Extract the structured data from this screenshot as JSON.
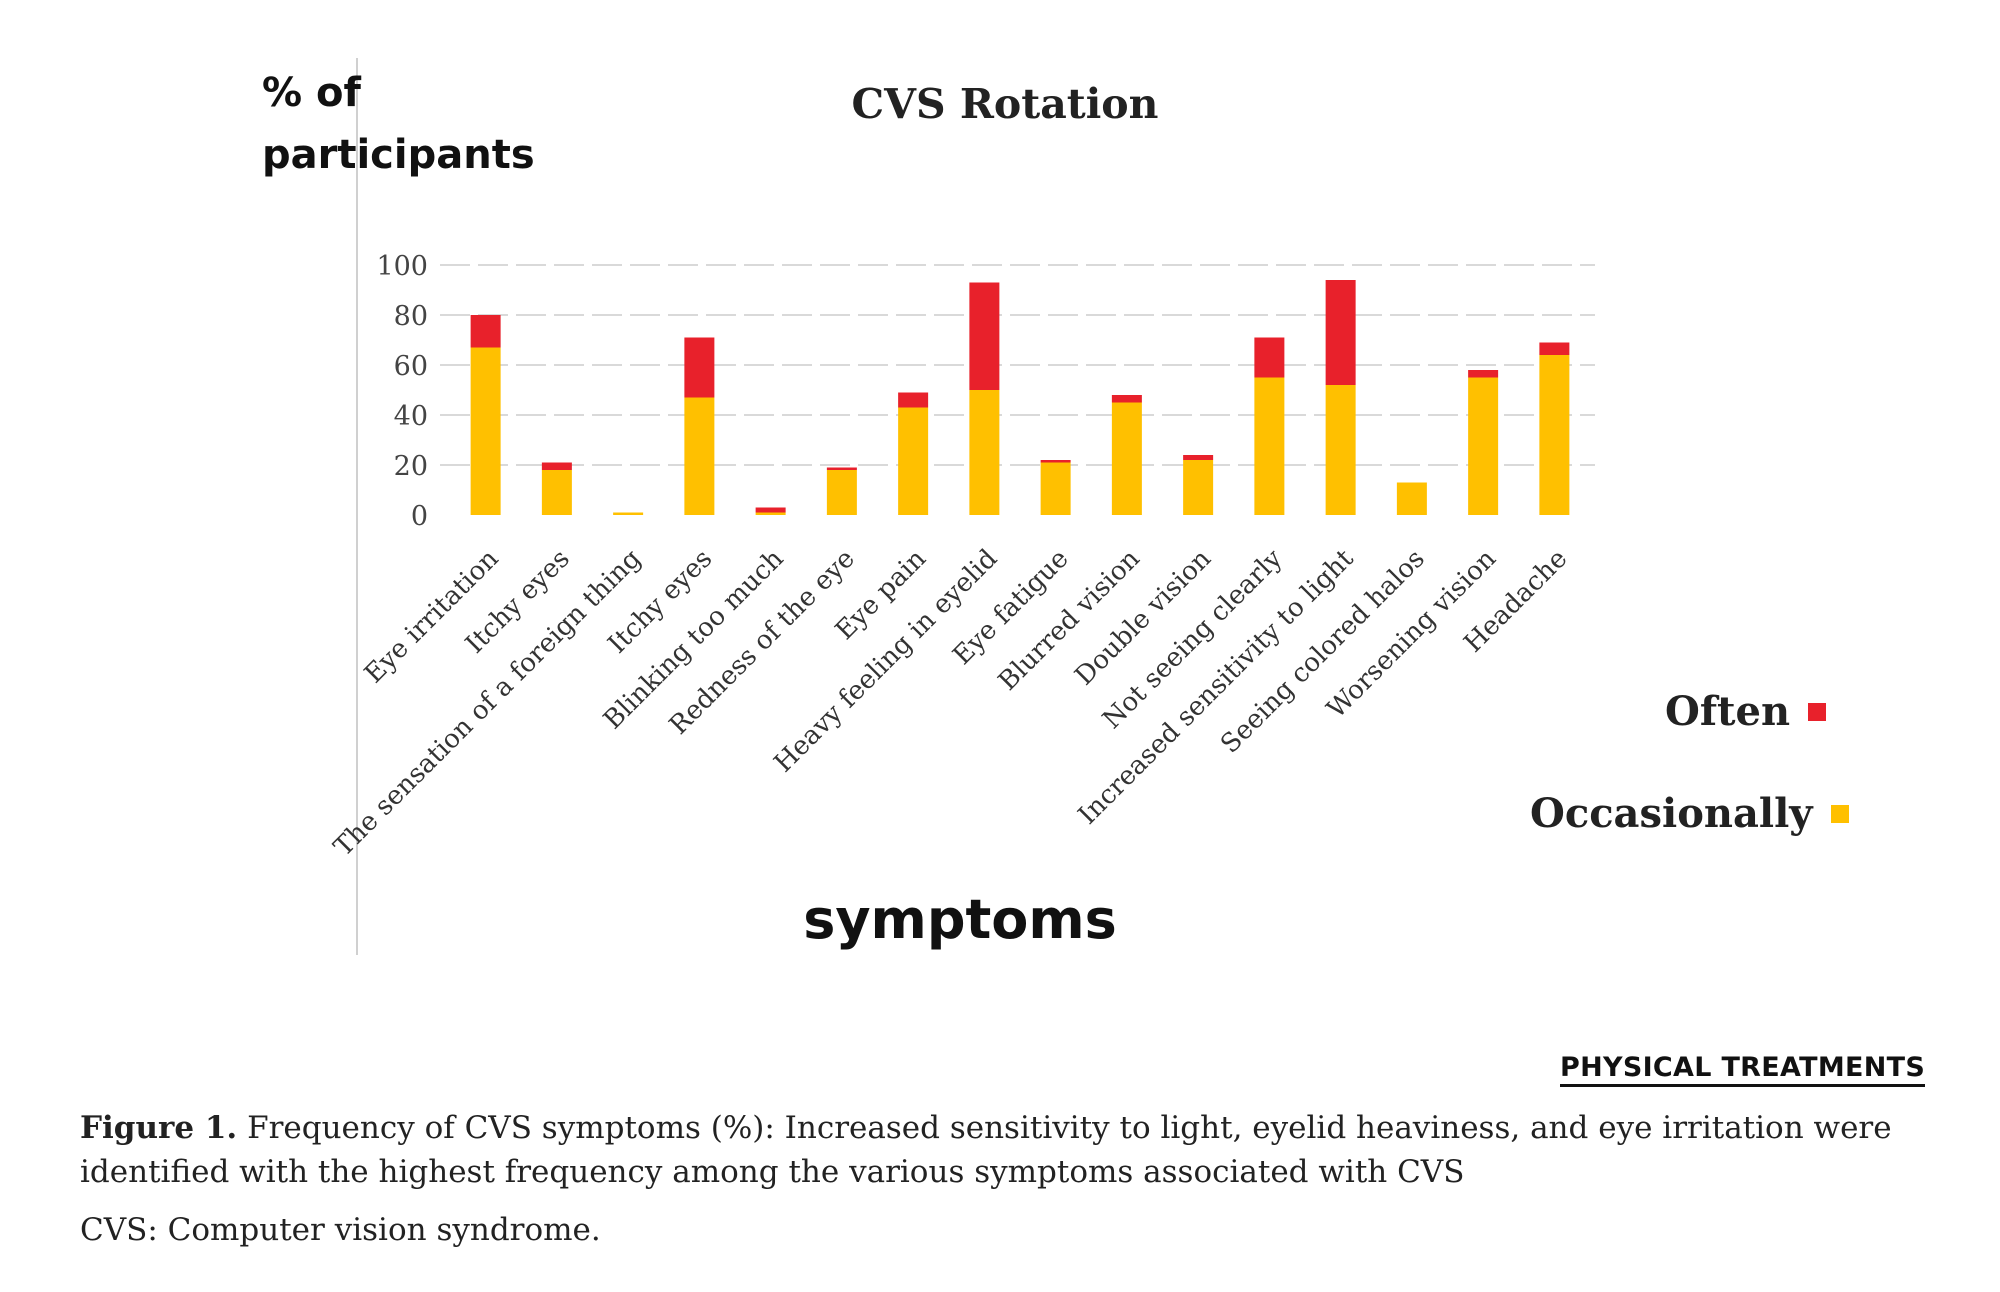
{
  "figure": {
    "title": "CVS Rotation",
    "ylabel": "% of\nparticipants",
    "xlabel": "symptoms",
    "brand": "PHYSICAL TREATMENTS",
    "caption_label": "Figure 1.",
    "caption_text": " Frequency of CVS symptoms (%): Increased sensitivity to light, eyelid heaviness, and eye irritation were identified with the highest frequency among the various symptoms associated with CVS",
    "note": "CVS: Computer vision syndrome."
  },
  "chart_data": {
    "type": "bar",
    "stacked": true,
    "title": "CVS Rotation",
    "xlabel": "symptoms",
    "ylabel": "% of participants",
    "ylim": [
      0,
      100
    ],
    "yticks": [
      0,
      20,
      40,
      60,
      80,
      100
    ],
    "grid": true,
    "legend_position": "right",
    "categories": [
      "Eye irritation",
      "Itchy eyes",
      "The sensation of a foreign thing",
      "Itchy eyes",
      "Blinking too much",
      "Redness of the eye",
      "Eye pain",
      "Heavy feeling in eyelid",
      "Eye fatigue",
      "Blurred vision",
      "Double vision",
      "Not seeing clearly",
      "Increased sensitivity to light",
      "Seeing colored halos",
      "Worsening vision",
      "Headache"
    ],
    "series": [
      {
        "name": "Occasionally",
        "color": "#FFC000",
        "values": [
          67,
          18,
          1,
          47,
          1,
          18,
          43,
          50,
          21,
          45,
          22,
          55,
          52,
          13,
          55,
          64
        ]
      },
      {
        "name": "Often",
        "color": "#E8212B",
        "values": [
          13,
          3,
          0,
          24,
          2,
          1,
          6,
          43,
          1,
          3,
          2,
          16,
          42,
          0,
          3,
          5
        ]
      }
    ]
  }
}
